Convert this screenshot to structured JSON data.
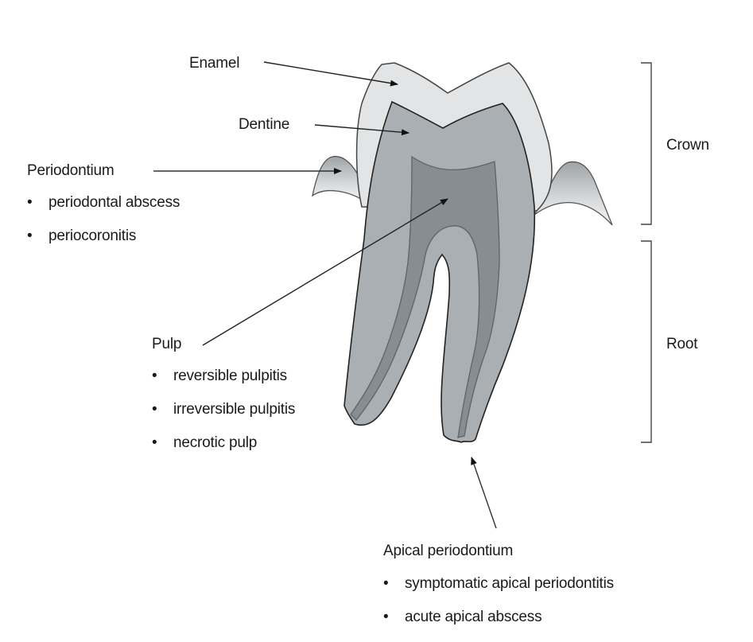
{
  "diagram": {
    "subject": "Tooth cross-section",
    "colors": {
      "enamel": "#e2e4e5",
      "dentine": "#a9afb2",
      "pulp": "#878d90",
      "outline": "#333333",
      "gum": "#c9cdcf",
      "arrow": "#111111"
    },
    "labels": {
      "enamel": "Enamel",
      "dentine": "Dentine",
      "periodontium": "Periodontium",
      "pulp": "Pulp",
      "apical_periodontium": "Apical periodontium",
      "crown": "Crown",
      "root": "Root"
    },
    "periodontium_conditions": [
      "periodontal abscess",
      "periocoronitis"
    ],
    "pulp_conditions": [
      "reversible pulpitis",
      "irreversible pulpitis",
      "necrotic pulp"
    ],
    "apical_conditions": [
      "symptomatic apical periodontitis",
      "acute apical abscess"
    ],
    "bullet_symbol": "•"
  }
}
